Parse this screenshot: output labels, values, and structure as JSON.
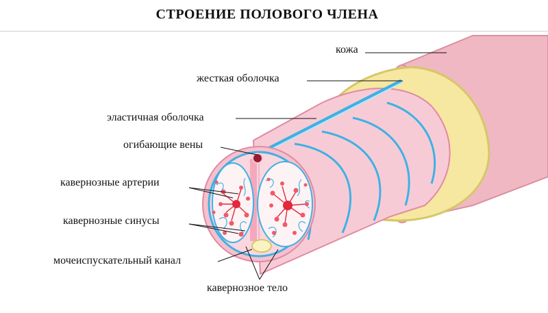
{
  "title": "СТРОЕНИЕ ПОЛОВОГО ЧЛЕНА",
  "labels": {
    "skin": "кожа",
    "tunica_albuginea": "жесткая оболочка",
    "elastic_sheath": "эластичная оболочка",
    "circumflex_veins": "огибающие вены",
    "cavernous_arteries": "кавернозные артерии",
    "cavernous_sinuses": "кавернозные синусы",
    "urethra": "мочеиспускательный канал",
    "cavernous_body": "кавернозное тело"
  },
  "colors": {
    "skin": "#f0b8c2",
    "skin_edge": "#dd8ea0",
    "yellow_layer": "#f6e7a1",
    "yellow_edge": "#d6c766",
    "inner_tube": "#f7cbd6",
    "vessel_blue": "#3fb1e3",
    "artery_red": "#e1283c",
    "sinus_red": "#f0596a",
    "vein_dark": "#9a1a32",
    "urethra_fill": "#fbf2c4"
  }
}
